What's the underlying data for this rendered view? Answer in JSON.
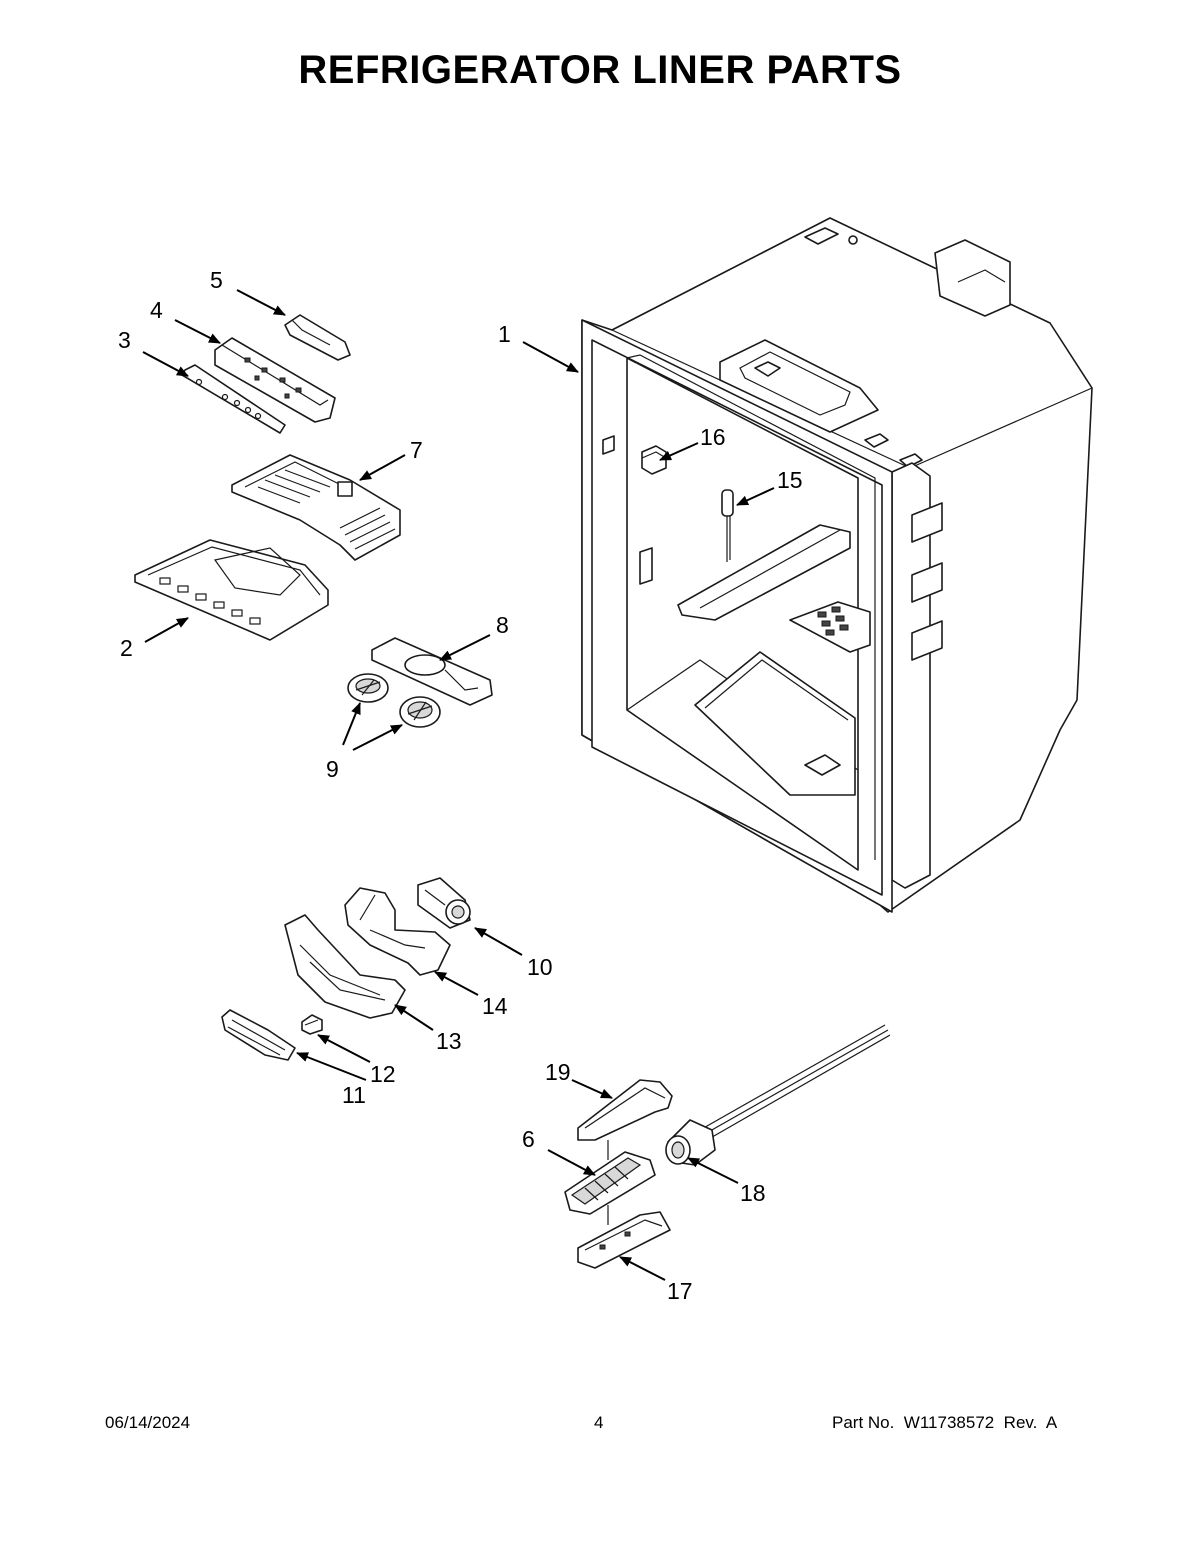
{
  "title": "REFRIGERATOR LINER PARTS",
  "callouts": {
    "c1": "1",
    "c2": "2",
    "c3": "3",
    "c4": "4",
    "c5": "5",
    "c6": "6",
    "c7": "7",
    "c8": "8",
    "c9": "9",
    "c10": "10",
    "c11": "11",
    "c12": "12",
    "c13": "13",
    "c14": "14",
    "c15": "15",
    "c16": "16",
    "c17": "17",
    "c18": "18",
    "c19": "19"
  },
  "footer": {
    "date": "06/14/2024",
    "page": "4",
    "part_no": "Part No.  W11738572  Rev.  A"
  }
}
